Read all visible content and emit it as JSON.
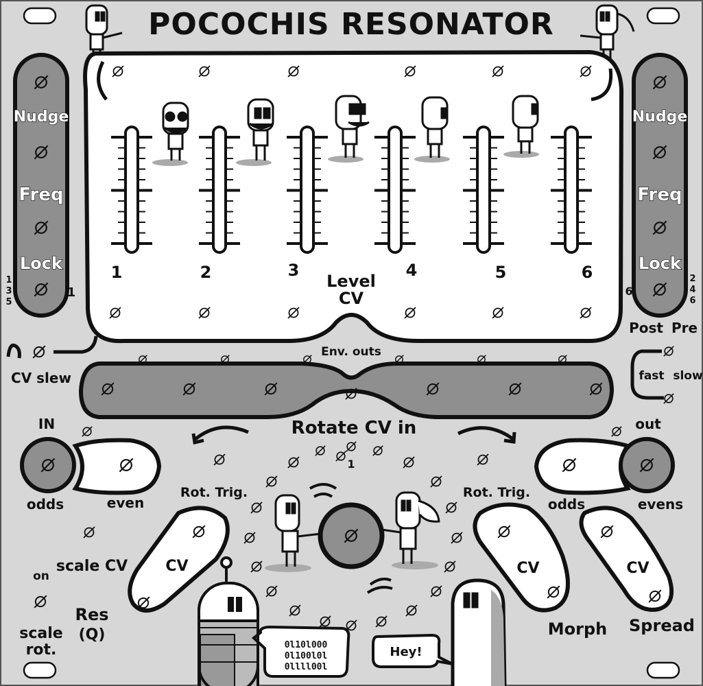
{
  "module": {
    "title": "POCOCHIS RESONATOR",
    "colors": {
      "panel": "#d7d7d7",
      "dark_fill": "#8f8f8f",
      "ink": "#111111",
      "white": "#ffffff"
    }
  },
  "sliders": {
    "labels": [
      "1",
      "2",
      "3",
      "4",
      "5",
      "6"
    ]
  },
  "level_cv": {
    "line1": "Level",
    "line2": "CV"
  },
  "left_column": {
    "nudge": "Nudge",
    "freq": "Freq",
    "lock": "Lock",
    "odd_channels": [
      "1",
      "3",
      "5"
    ],
    "single_label": "1"
  },
  "right_column": {
    "nudge": "Nudge",
    "freq": "Freq",
    "lock": "Lock",
    "even_channels": [
      "2",
      "4",
      "6"
    ],
    "single_label": "6",
    "post_label": "Post",
    "pre_label": "Pre"
  },
  "env": {
    "outs_label": "Env. outs",
    "cv_slew": "CV slew",
    "fast_label": "fast",
    "slow_label": "slow"
  },
  "rotate": {
    "label": "Rotate CV in",
    "center_label": "1",
    "trig_left": "Rot. Trig.",
    "trig_right": "Rot. Trig."
  },
  "in_section": {
    "in_label": "IN",
    "odds": "odds",
    "even": "even"
  },
  "out_section": {
    "out_label": "out",
    "odds": "odds",
    "evens": "evens"
  },
  "knobs": {
    "cv_left": "CV",
    "cv_morph": "CV",
    "cv_spread": "CV",
    "morph": "Morph",
    "spread": "Spread"
  },
  "scale": {
    "on": "on",
    "scale_cv": "scale CV",
    "scale": "scale",
    "rot": "rot.",
    "res": "Res",
    "q": "(Q)"
  },
  "speech": {
    "binary": [
      "0l10l000",
      "0l100l0l",
      "0llll00l"
    ],
    "hey": "Hey!"
  },
  "jack_symbol": "Ø"
}
